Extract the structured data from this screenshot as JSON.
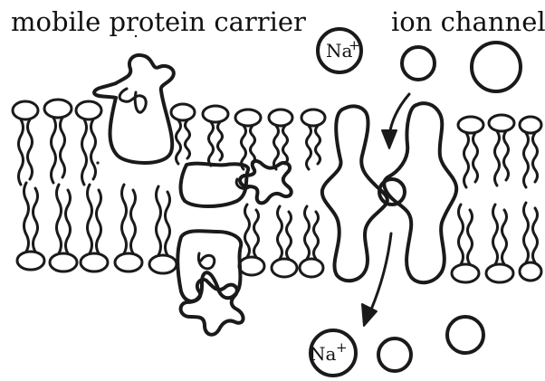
{
  "labels": {
    "left": "mobile protein carrier",
    "right": "ion channel"
  },
  "ions": {
    "top": {
      "symbol": "Na",
      "charge": "+"
    },
    "bottom": {
      "symbol": "Na",
      "charge": "+"
    }
  },
  "colors": {
    "ink": "#1a1a1a",
    "background": "#ffffff"
  }
}
